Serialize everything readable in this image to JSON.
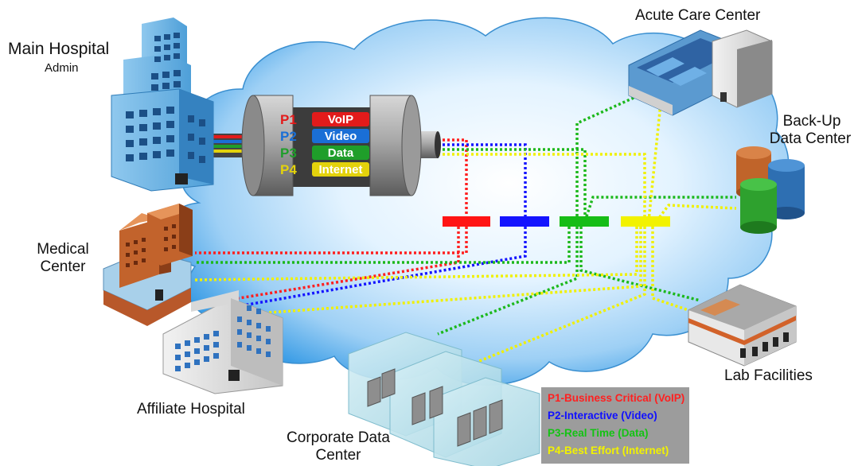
{
  "labels": {
    "main_hospital": "Main Hospital",
    "admin": "Admin",
    "acute_care": "Acute Care Center",
    "backup_line1": "Back-Up",
    "backup_line2": "Data Center",
    "medical_line1": "Medical",
    "medical_line2": "Center",
    "lab": "Lab Facilities",
    "affiliate": "Affiliate Hospital",
    "corporate_line1": "Corporate Data",
    "corporate_line2": "Center"
  },
  "pipe": {
    "priorities": [
      {
        "code": "P1",
        "name": "VoIP",
        "color": "#e21b1b"
      },
      {
        "code": "P2",
        "name": "Video",
        "color": "#1a6fd6"
      },
      {
        "code": "P3",
        "name": "Data",
        "color": "#1f9e2a"
      },
      {
        "code": "P4",
        "name": "Internet",
        "color": "#e3d20c"
      }
    ]
  },
  "legend": {
    "items": [
      {
        "text": "P1-Business Critical (VoIP)",
        "color": "#ff2020"
      },
      {
        "text": "P2-Interactive (Video)",
        "color": "#1010ff"
      },
      {
        "text": "P3-Real Time (Data)",
        "color": "#13c313"
      },
      {
        "text": "P4-Best Effort (Internet)",
        "color": "#f2f200"
      }
    ]
  },
  "colors": {
    "cloud_center": "#eaf6ff",
    "cloud_edge": "#4aa7e8",
    "building_blue": "#3f93d3",
    "brick": "#b8582a"
  }
}
